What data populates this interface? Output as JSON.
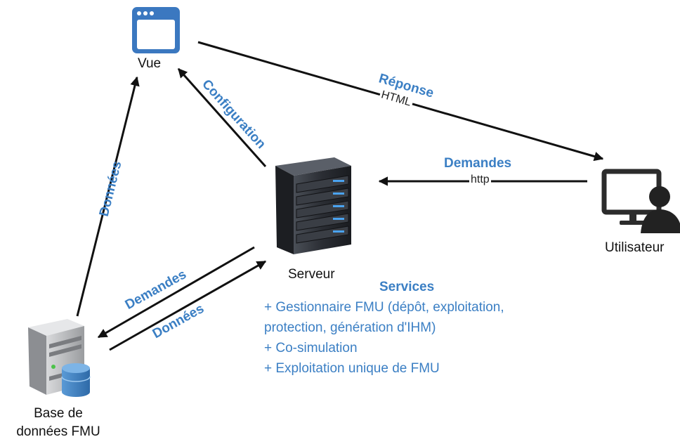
{
  "nodes": {
    "vue": "Vue",
    "serveur": "Serveur",
    "utilisateur": "Utilisateur",
    "db_line1": "Base de",
    "db_line2": "données FMU"
  },
  "edges": {
    "reponse": "Réponse",
    "html": "HTML",
    "demandes_http": "Demandes",
    "http": "http",
    "configuration": "Configuration",
    "donnees_vue": "Données",
    "demandes_db": "Demandes",
    "donnees_db": "Données"
  },
  "services": {
    "title": "Services",
    "items": [
      "+ Gestionnaire FMU (dépôt, exploitation,",
      "protection, génération d'IHM)",
      "+ Co-simulation",
      "+ Exploitation unique de FMU"
    ]
  },
  "colors": {
    "accent": "#3b7fc4",
    "window_icon": "#3b78c0",
    "server_dark": "#2a2d33",
    "led_blue": "#4aa3f0"
  },
  "icons": {
    "vue": "browser-window-icon",
    "serveur": "server-tower-icon",
    "utilisateur": "user-at-monitor-icon",
    "db": "database-server-icon"
  }
}
